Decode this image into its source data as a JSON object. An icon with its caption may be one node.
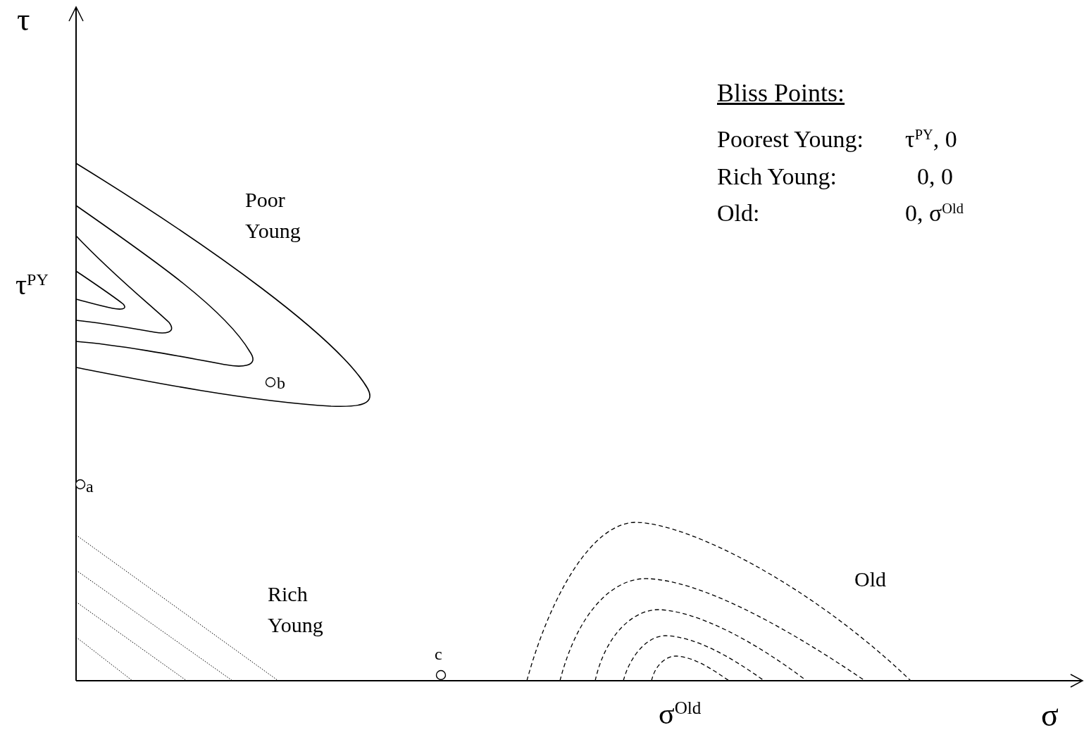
{
  "diagram": {
    "labels": [
      "τ",
      "τ$^{PY}$",
      "Bliss Points:",
      "Poorest Young:",
      "τ$^{PY}$, 0",
      "Rich Young:",
      "0, 0",
      "Old:",
      "0, σ$^{Old}$",
      "Poor Young",
      "b",
      "a",
      "Rich Young",
      "Old",
      "c",
      "σ$^{Old}$",
      "σ"
    ]
  }
}
